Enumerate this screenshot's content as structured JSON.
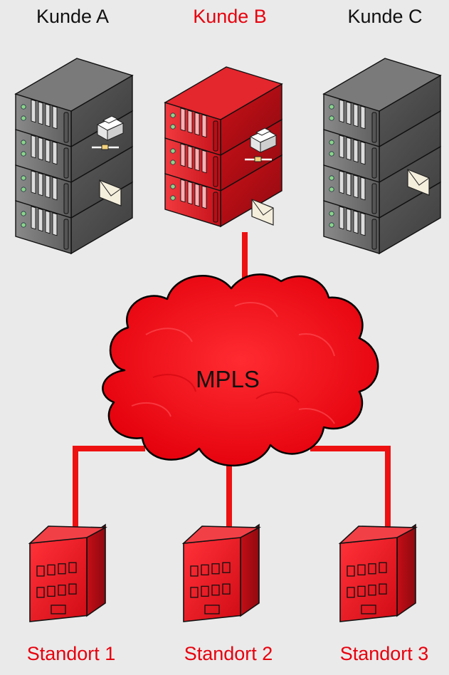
{
  "customers": [
    {
      "name": "Kunde A",
      "color": "#111111",
      "highlighted": false
    },
    {
      "name": "Kunde B",
      "color": "#e8000d",
      "highlighted": true
    },
    {
      "name": "Kunde C",
      "color": "#111111",
      "highlighted": false
    }
  ],
  "network": {
    "label": "MPLS",
    "color": "#ef1c23"
  },
  "sites": [
    {
      "name": "Standort 1",
      "color": "#e8000d"
    },
    {
      "name": "Standort 2",
      "color": "#e8000d"
    },
    {
      "name": "Standort 3",
      "color": "#e8000d"
    }
  ],
  "icons": {
    "server_rack": "server-rack-icon",
    "printer": "printer-icon",
    "mail": "mail-envelope-icon",
    "building": "office-building-icon",
    "cloud": "cloud-icon"
  },
  "colors": {
    "link": "#ee1111",
    "rack_gray": "#6f6f6f",
    "rack_red": "#d4141b",
    "building_red": "#e8141c",
    "background": "#eaeaea"
  }
}
